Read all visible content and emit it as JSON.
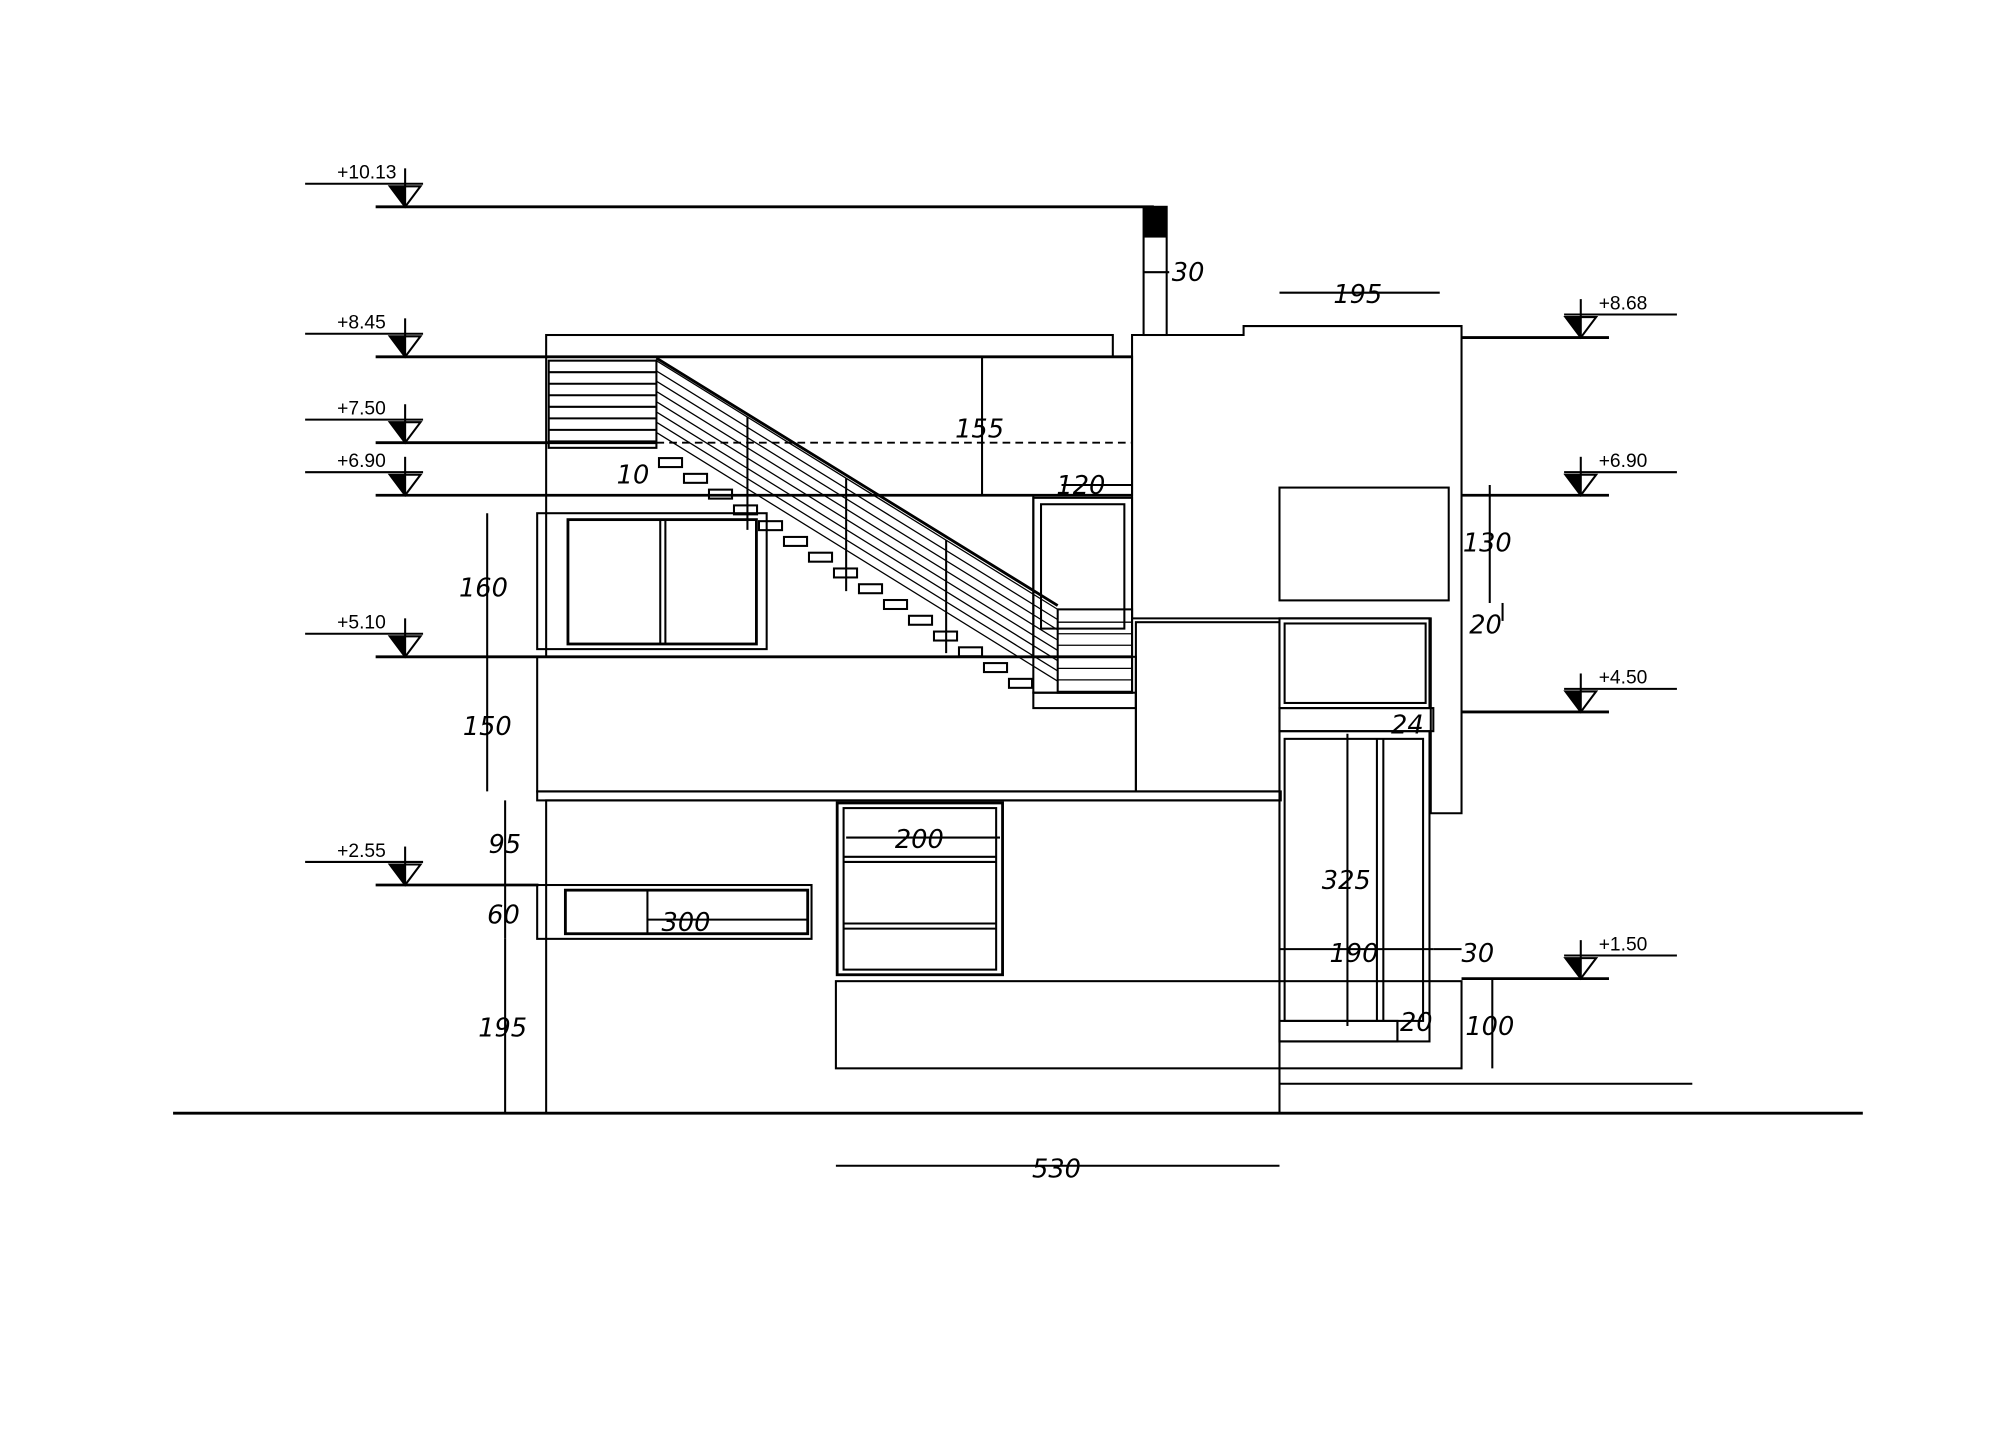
{
  "drawing": {
    "type": "building elevation",
    "colors": {
      "line": "#000000",
      "background": "#ffffff",
      "brick_fill": "#2a2a2a"
    },
    "levels_left": [
      "+10.13",
      "+8.45",
      "+7.50",
      "+6.90",
      "+5.10",
      "+2.55"
    ],
    "levels_right": [
      "+8.68",
      "+6.90",
      "+4.50",
      "+1.50"
    ],
    "dimensions": [
      "30",
      "195",
      "155",
      "10",
      "120",
      "130",
      "20",
      "160",
      "150",
      "24",
      "95",
      "200",
      "325",
      "60",
      "300",
      "190",
      "30",
      "195",
      "20",
      "100",
      "530"
    ]
  }
}
